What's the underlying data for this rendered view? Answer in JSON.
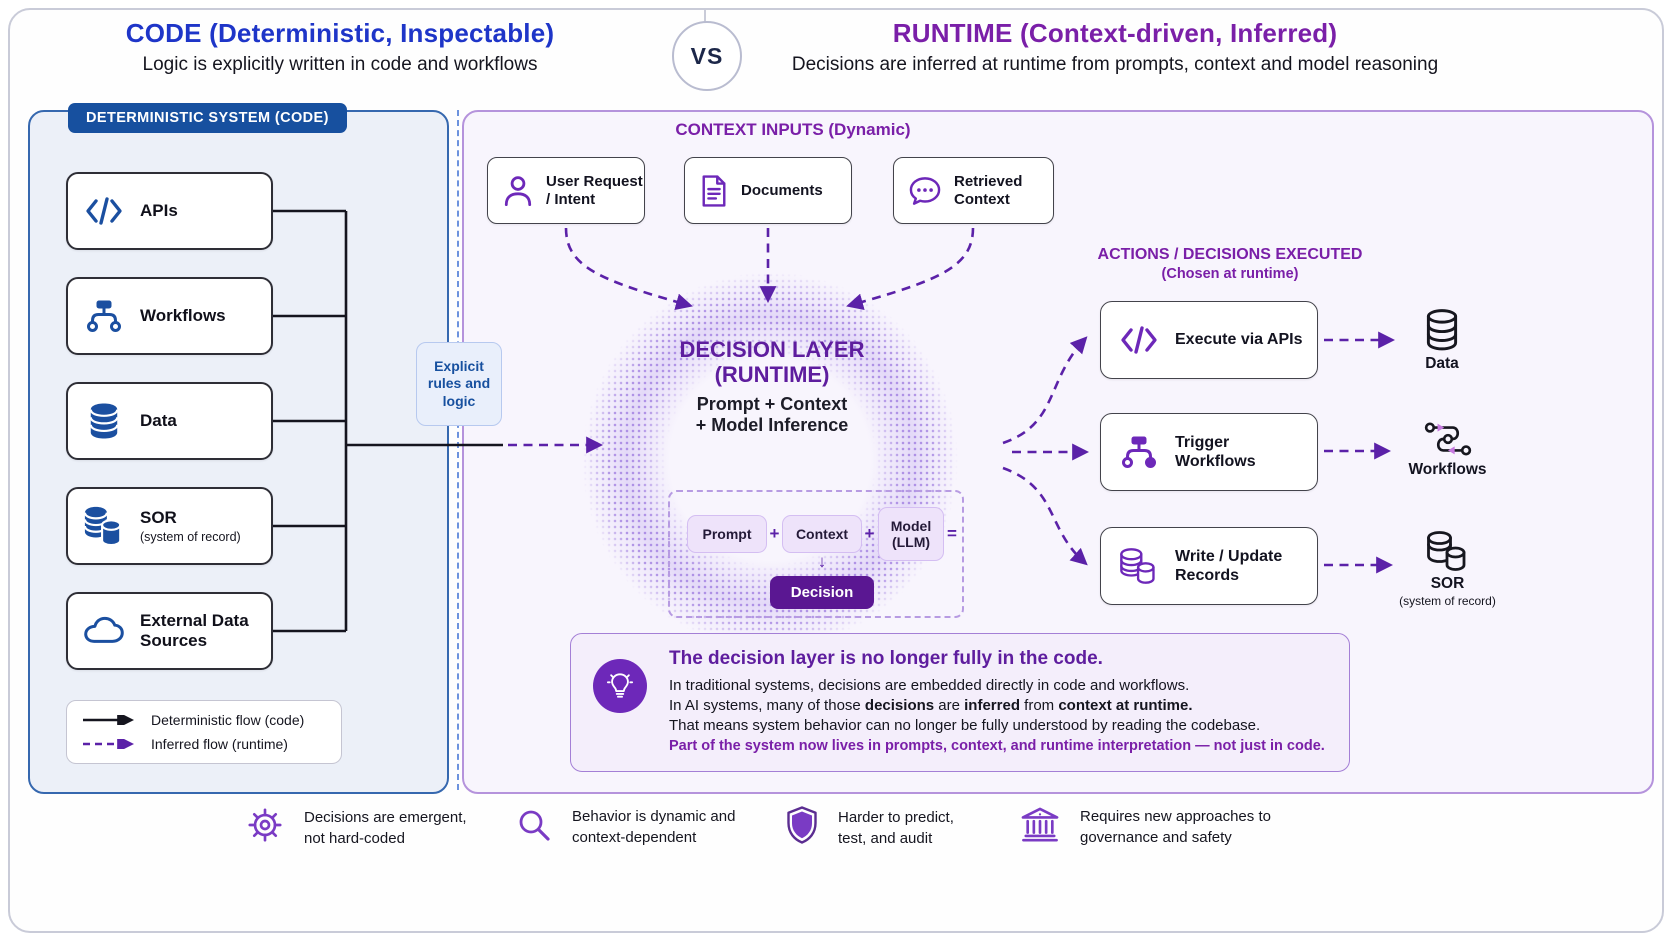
{
  "colors": {
    "code_blue": "#1e35c8",
    "code_deep_blue": "#17509f",
    "runtime_purple": "#7a1fa8",
    "deep_purple": "#5e1d9e",
    "arrow_purple": "#5b21a8",
    "decision_chip_bg": "#5a1792",
    "ink": "#15151f",
    "panel_blue_bg": "#ecf0f8",
    "panel_purple_bg": "#f8f5fd"
  },
  "header": {
    "left_title": "CODE (Deterministic, Inspectable)",
    "left_subtitle": "Logic is explicitly written in code and workflows",
    "vs_label": "VS",
    "right_title": "RUNTIME (Context-driven, Inferred)",
    "right_subtitle": "Decisions are inferred at runtime from prompts, context and model reasoning"
  },
  "left_panel": {
    "badge": "DETERMINISTIC SYSTEM (CODE)",
    "nodes": [
      {
        "label": "APIs",
        "icon": "code-icon"
      },
      {
        "label": "Workflows",
        "icon": "workflow-icon"
      },
      {
        "label": "Data",
        "icon": "database-icon"
      },
      {
        "label": "SOR",
        "sublabel": "(system of record)",
        "icon": "database-stack-icon"
      },
      {
        "label": "External Data Sources",
        "icon": "cloud-icon"
      }
    ],
    "legend": [
      {
        "label": "Deterministic flow (code)",
        "style": "solid-black"
      },
      {
        "label": "Inferred flow (runtime)",
        "style": "dashed-purple"
      }
    ]
  },
  "bridge": {
    "label": "Explicit rules and logic"
  },
  "context_inputs": {
    "title": "CONTEXT INPUTS (Dynamic)",
    "items": [
      {
        "label": "User Request / Intent",
        "icon": "person-icon"
      },
      {
        "label": "Documents",
        "icon": "document-icon"
      },
      {
        "label": "Retrieved Context",
        "icon": "chat-bubble-icon"
      }
    ]
  },
  "decision_layer": {
    "title_line1": "DECISION LAYER",
    "title_line2": "(RUNTIME)",
    "subtitle_line1": "Prompt + Context",
    "subtitle_line2": "+ Model Inference",
    "equation": {
      "chip_prompt": "Prompt",
      "plus": "+",
      "chip_context": "Context",
      "chip_model": "Model (LLM)",
      "equals": "=",
      "down_arrow": "↓",
      "result": "Decision"
    }
  },
  "actions": {
    "title": "ACTIONS / DECISIONS EXECUTED",
    "subtitle": "(Chosen at runtime)",
    "items": [
      {
        "label": "Execute via APIs",
        "icon": "code-icon"
      },
      {
        "label": "Trigger Workflows",
        "icon": "workflow-icon"
      },
      {
        "label": "Write / Update Records",
        "icon": "database-stack-icon"
      }
    ]
  },
  "targets": [
    {
      "label": "Data",
      "icon": "database-outline-icon"
    },
    {
      "label": "Workflows",
      "icon": "flow-icon"
    },
    {
      "label": "SOR",
      "sublabel": "(system of record)",
      "icon": "database-stack-outline-icon"
    }
  ],
  "callout": {
    "icon": "lightbulb-icon",
    "title": "The decision layer is no longer fully in the code.",
    "line1": "In traditional systems, decisions are embedded directly in code and workflows.",
    "line2_part1": "In AI systems, many of those ",
    "line2_bold1": "decisions",
    "line2_part2": " are ",
    "line2_bold2": "inferred",
    "line2_part3": " from ",
    "line2_bold3": "context at runtime.",
    "line3": "That means system behavior can no longer be fully understood by reading the codebase.",
    "highlight": "Part of the system now lives in prompts, context, and runtime interpretation — not just in code."
  },
  "footer": {
    "items": [
      {
        "label": "Decisions are emergent, not hard-coded",
        "icon": "gear-icon"
      },
      {
        "label": "Behavior is dynamic and context-dependent",
        "icon": "search-icon"
      },
      {
        "label": "Harder to predict, test, and audit",
        "icon": "shield-icon"
      },
      {
        "label": "Requires new approaches to governance and safety",
        "icon": "bank-icon"
      }
    ]
  }
}
